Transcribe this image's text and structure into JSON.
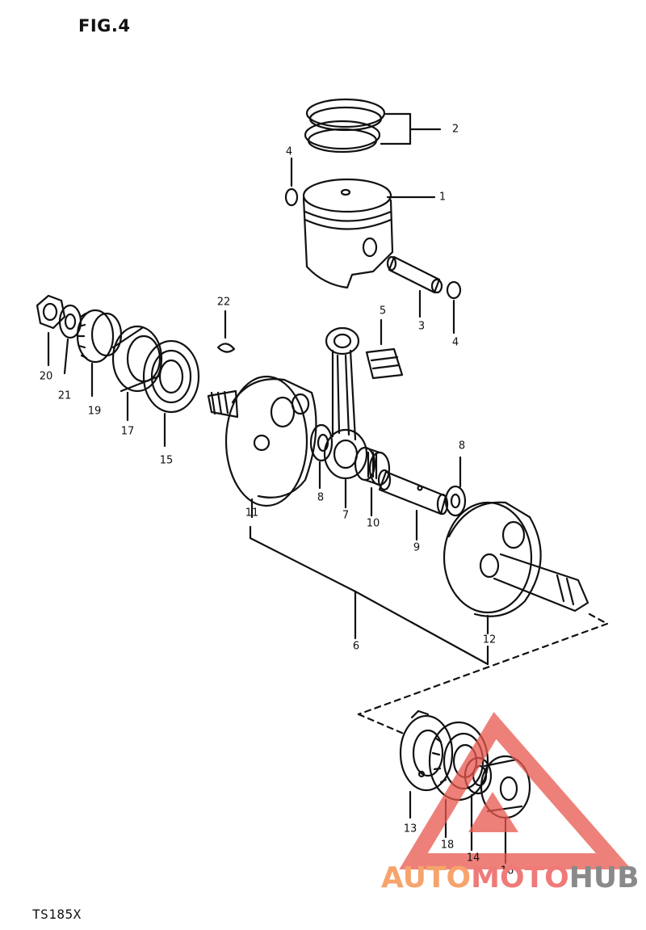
{
  "figure": {
    "title": "FIG.4",
    "model": "TS185X"
  },
  "callouts": [
    "2",
    "4",
    "1",
    "3",
    "4",
    "22",
    "5",
    "20",
    "21",
    "19",
    "17",
    "15",
    "8",
    "11",
    "8",
    "7",
    "10",
    "9",
    "6",
    "12",
    "13",
    "18",
    "14",
    "16"
  ],
  "watermark": {
    "part1": "AUTO",
    "part2": "MOTO",
    "part3": "HUB"
  },
  "colors": {
    "line": "#111111",
    "watermark_red": "#e8584e",
    "watermark_orange": "#f7a36c",
    "watermark_gray": "#8a8a8a"
  }
}
